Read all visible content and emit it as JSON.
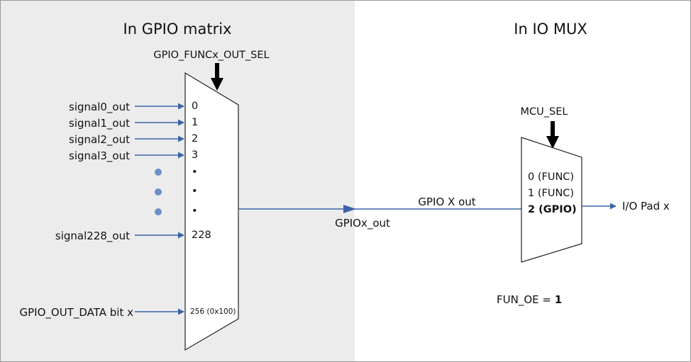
{
  "colors": {
    "matrix_background": "#ececec",
    "arrow_blue": "#3a64a8",
    "dot_blue": "#6b8fc9",
    "outline": "#222222"
  },
  "gpio_matrix": {
    "title": "In GPIO matrix",
    "select_label": "GPIO_FUNCx_OUT_SEL",
    "inputs": [
      {
        "signal": "signal0_out",
        "port": "0"
      },
      {
        "signal": "signal1_out",
        "port": "1"
      },
      {
        "signal": "signal2_out",
        "port": "2"
      },
      {
        "signal": "signal3_out",
        "port": "3"
      },
      {
        "signal": "signal228_out",
        "port": "228"
      },
      {
        "signal": "GPIO_OUT_DATA bit x",
        "port": "256 (0x100)"
      }
    ],
    "ellipsis_glyph": "•",
    "output_label": "GPIOx_out"
  },
  "io_mux": {
    "title": "In IO MUX",
    "select_label": "MCU_SEL",
    "inputs": [
      {
        "label": "0 (FUNC)",
        "bold": false
      },
      {
        "label": "1 (FUNC)",
        "bold": false
      },
      {
        "label": "2 (GPIO)",
        "bold": true
      }
    ],
    "input_signal_label": "GPIO X out",
    "output_label": "I/O Pad x",
    "fun_oe_label": "FUN_OE = ",
    "fun_oe_value": "1"
  }
}
